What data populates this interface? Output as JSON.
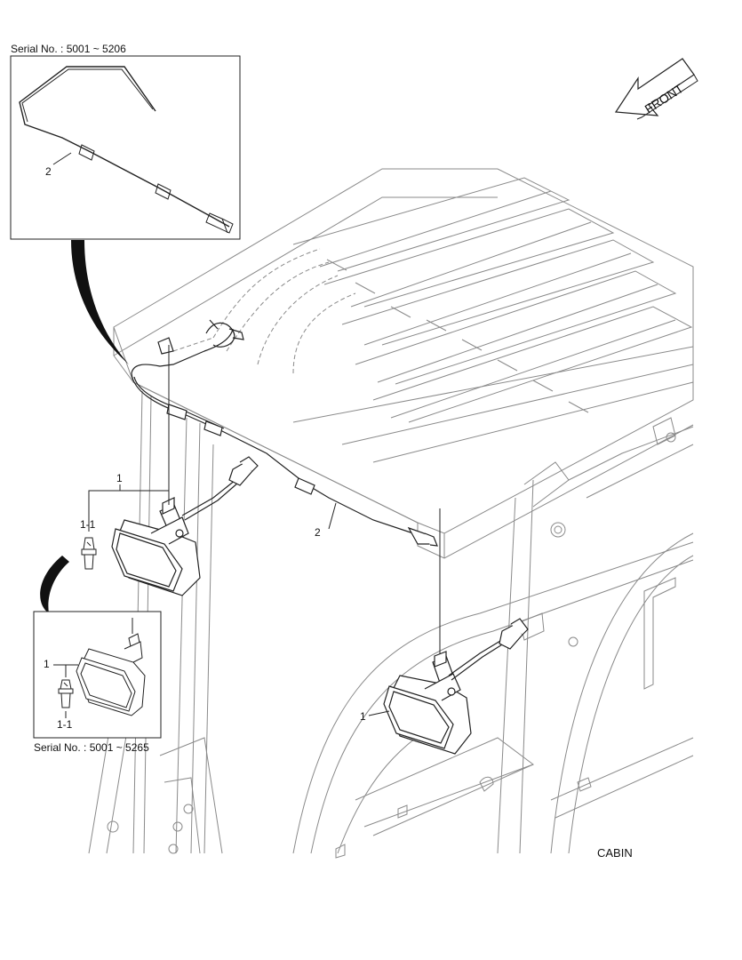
{
  "labels": {
    "serial_top": "Serial No. : 5001 ~ 5206",
    "serial_bottom": "Serial No. : 5001 ~ 5265",
    "front": "FRONT",
    "cabin": "CABIN",
    "part_1": "1",
    "part_1_1": "1-1",
    "part_2": "2"
  },
  "colors": {
    "line": "#222222",
    "light_line": "#8a8a8a",
    "background": "#ffffff"
  }
}
